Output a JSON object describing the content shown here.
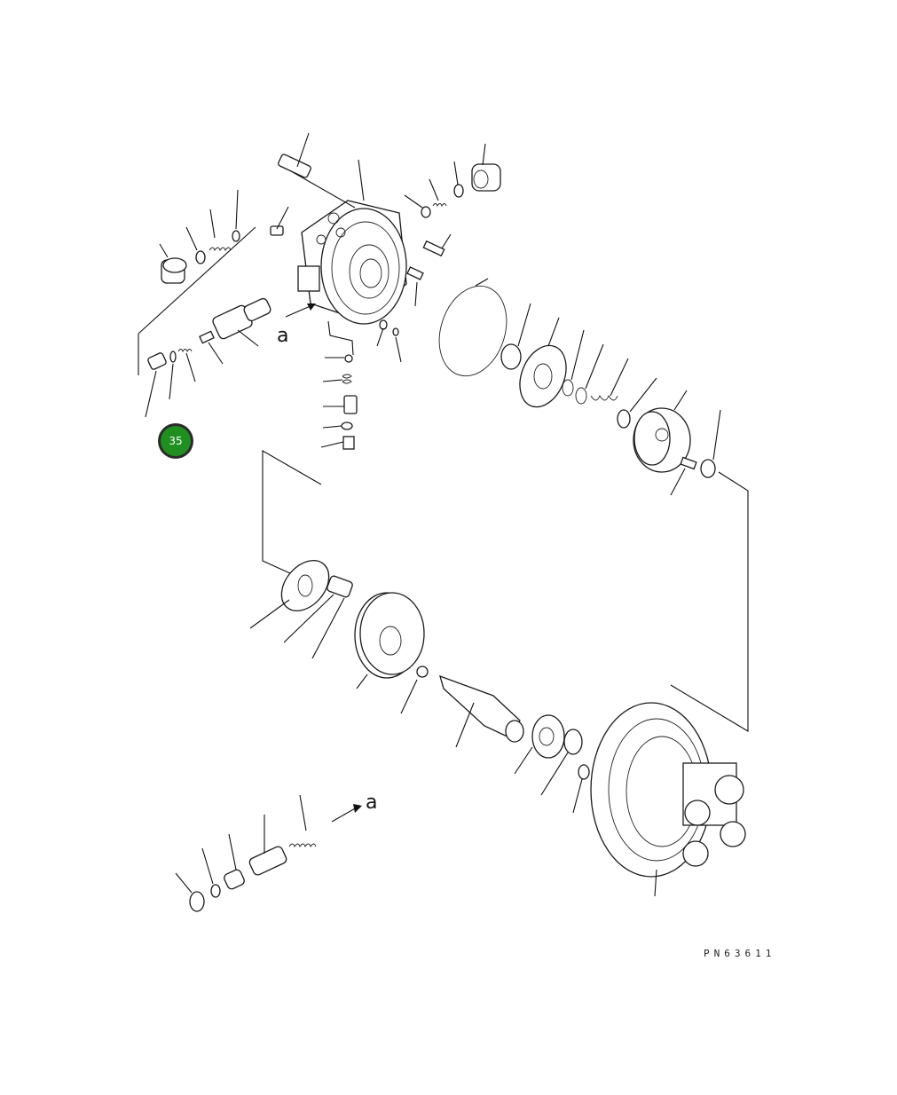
{
  "diagram": {
    "view_labels": [
      "a",
      "a"
    ],
    "drawing_code": "PN63611",
    "callout": {
      "number": "35",
      "color": "#1f8f1f",
      "ring_color": "#2b2b2b"
    },
    "line_color": "#111111",
    "background": "#ffffff"
  }
}
